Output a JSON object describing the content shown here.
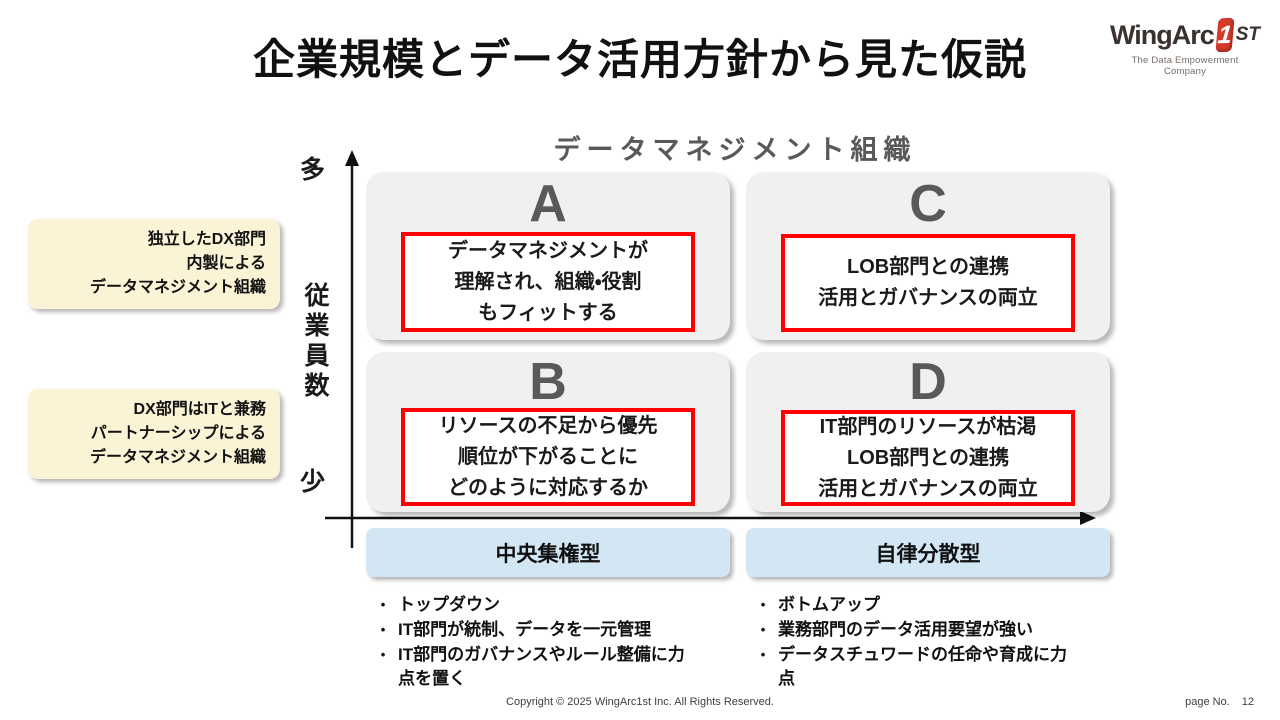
{
  "slide_title": "企業規模とデータ活用方針から見た仮説",
  "logo": {
    "brand": "WingArc",
    "badge": "1",
    "suffix": "ST",
    "tagline": "The Data Empowerment Company"
  },
  "matrix": {
    "title": "データマネジメント組織",
    "y_axis": {
      "label": "従業員数",
      "top_label": "多",
      "bottom_label": "少"
    },
    "quadrants": {
      "a": {
        "letter": "A",
        "lines": [
          "データマネジメントが",
          "理解され、組織・役割",
          "もフィットする"
        ]
      },
      "c": {
        "letter": "C",
        "lines": [
          "LOB部門との連携",
          "活用とガバナンスの両立"
        ]
      },
      "b": {
        "letter": "B",
        "lines": [
          "リソースの不足から優先",
          "順位が下がることに",
          "どのように対応するか"
        ]
      },
      "d": {
        "letter": "D",
        "lines": [
          "IT部門のリソースが枯渇",
          "LOB部門との連携",
          "活用とガバナンスの両立"
        ]
      }
    },
    "x_categories": {
      "left": {
        "label": "中央集権型",
        "bullet_char": "•",
        "bullets": [
          "トップダウン",
          "IT部門が統制、データを一元管理",
          "IT部門のガバナンスやルール整備に力点を置く"
        ]
      },
      "right": {
        "label": "自律分散型",
        "bullet_char": "•",
        "bullets": [
          "ボトムアップ",
          "業務部門のデータ活用要望が強い",
          "データスチュワードの任命や育成に力点"
        ]
      }
    }
  },
  "callouts": {
    "top": {
      "lines": [
        "独立したDX部門",
        "内製による",
        "データマネジメント組織"
      ]
    },
    "bottom": {
      "lines": [
        "DX部門はITと兼務",
        "パートナーシップによる",
        "データマネジメント組織"
      ]
    }
  },
  "footer": {
    "copyright": "Copyright © 2025 WingArc1st Inc.  All Rights Reserved.",
    "page_label": "page No.",
    "page_number": "12"
  },
  "colors": {
    "accent_red": "#FF0000",
    "quadrant_gray": "#F0F0F0",
    "category_blue": "#D2E6F3",
    "callout_cream": "#FBF3D6",
    "letter_gray": "#595959",
    "logo_red": "#D63A2A"
  }
}
